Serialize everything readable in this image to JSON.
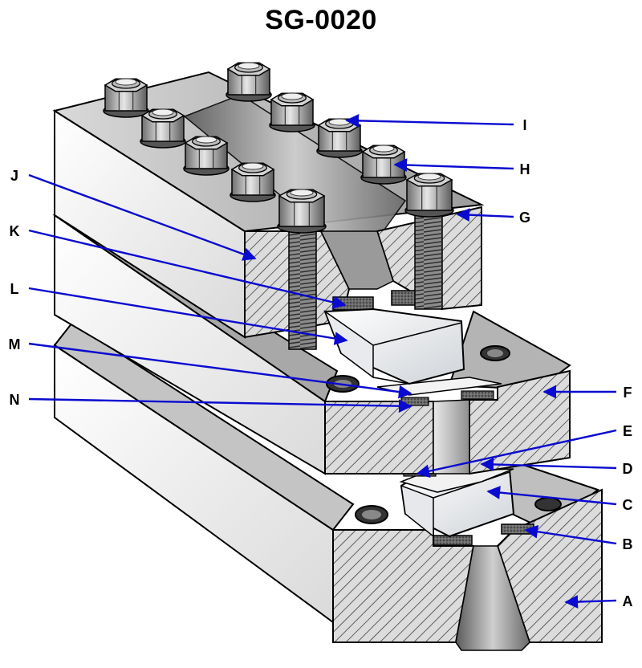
{
  "title": "SG-0020",
  "colors": {
    "leader": "#0a0ad0",
    "hatch_fill": "#d8d8d8",
    "steel_light": "#f4f4f4",
    "steel_mid": "#c9c9c9",
    "steel_dark": "#8a8a8a",
    "outline": "#000000"
  },
  "callouts": [
    {
      "id": "A",
      "label": "A"
    },
    {
      "id": "B",
      "label": "B"
    },
    {
      "id": "C",
      "label": "C"
    },
    {
      "id": "D",
      "label": "D"
    },
    {
      "id": "E",
      "label": "E"
    },
    {
      "id": "F",
      "label": "F"
    },
    {
      "id": "G",
      "label": "G"
    },
    {
      "id": "H",
      "label": "H"
    },
    {
      "id": "I",
      "label": "I"
    },
    {
      "id": "J",
      "label": "J"
    },
    {
      "id": "K",
      "label": "K"
    },
    {
      "id": "L",
      "label": "L"
    },
    {
      "id": "M",
      "label": "M"
    },
    {
      "id": "N",
      "label": "N"
    }
  ]
}
